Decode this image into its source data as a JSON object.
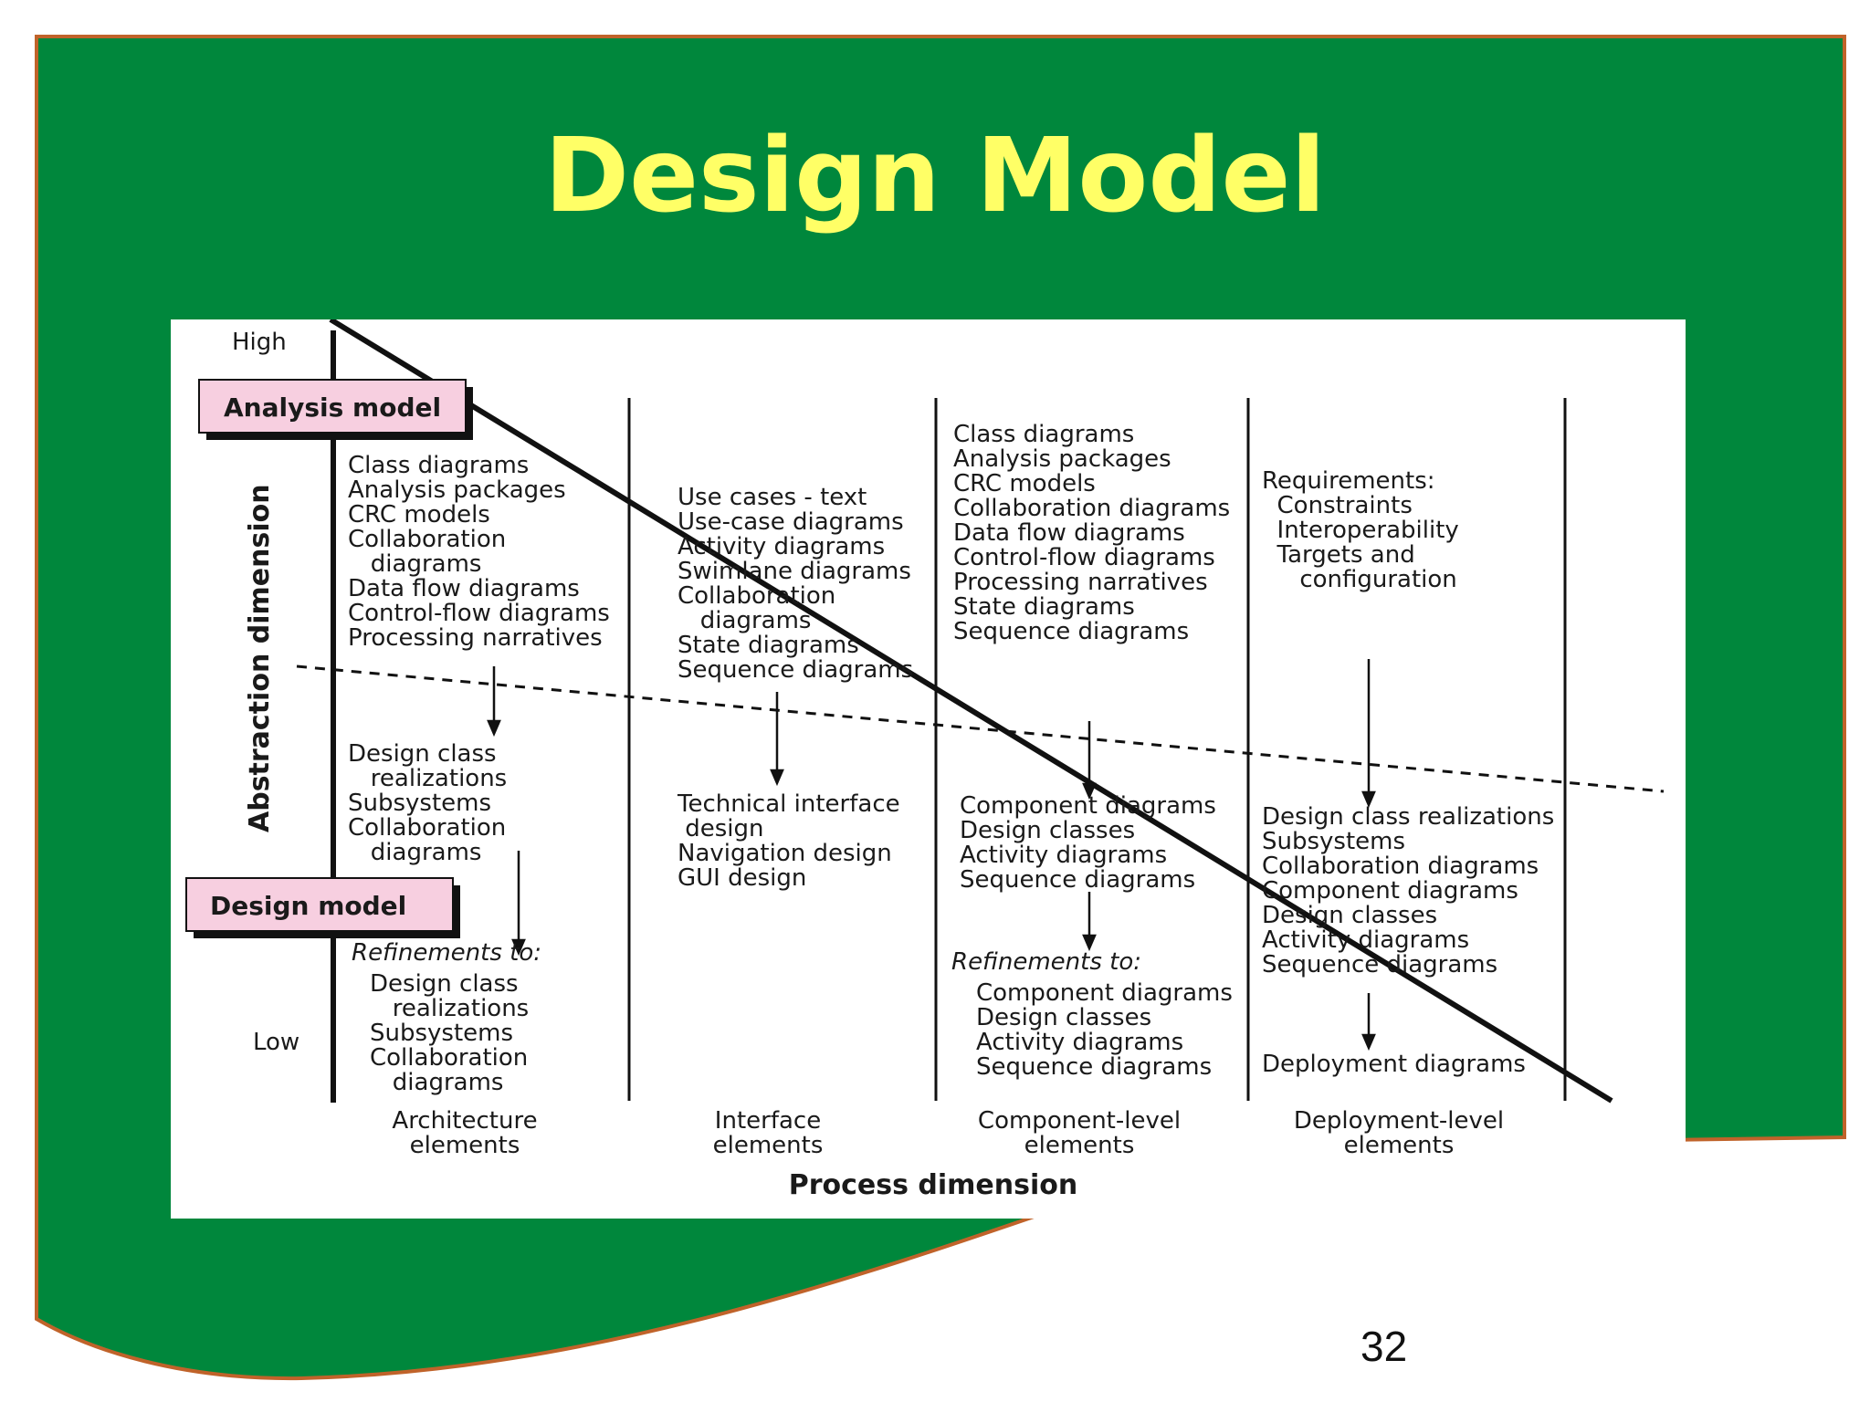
{
  "slide": {
    "title": "Design Model",
    "page_number": "32",
    "colors": {
      "background_green": "#00873c",
      "border_brown": "#c0632a",
      "title_yellow": "#ffff66",
      "model_box_pink": "#f7cfe0"
    }
  },
  "diagram": {
    "axis": {
      "y_title": "Abstraction dimension",
      "y_high": "High",
      "y_low": "Low",
      "x_title": "Process dimension"
    },
    "models": {
      "analysis": "Analysis model",
      "design": "Design model"
    },
    "columns": [
      "Architecture\nelements",
      "Interface\nelements",
      "Component-level\nelements",
      "Deployment-level\nelements"
    ],
    "analysis_cells": [
      [
        "Class diagrams",
        "Analysis packages",
        "CRC models",
        "Collaboration",
        "   diagrams",
        "Data flow diagrams",
        "Control-flow diagrams",
        "Processing narratives"
      ],
      [
        "Use cases - text",
        "Use-case diagrams",
        "Activity diagrams",
        "Swimlane diagrams",
        "Collaboration",
        "   diagrams",
        "State diagrams",
        "Sequence diagrams"
      ],
      [
        "Class diagrams",
        "Analysis packages",
        "CRC models",
        "Collaboration diagrams",
        "Data flow diagrams",
        "Control-flow diagrams",
        "Processing narratives",
        "State diagrams",
        "Sequence diagrams"
      ],
      [
        "Requirements:",
        "  Constraints",
        "  Interoperability",
        "  Targets and",
        "     configuration"
      ]
    ],
    "design_cells": [
      [
        "Design class",
        "   realizations",
        "Subsystems",
        "Collaboration",
        "   diagrams"
      ],
      [
        "Technical interface",
        " design",
        "Navigation design",
        "GUI design"
      ],
      [
        "Component diagrams",
        "Design classes",
        "Activity diagrams",
        "Sequence diagrams"
      ],
      [
        "Design class realizations",
        "Subsystems",
        "Collaboration diagrams",
        "Component diagrams",
        "Design classes",
        "Activity diagrams",
        "Sequence diagrams"
      ]
    ],
    "refinements": {
      "label": "Refinements to:",
      "architecture": [
        "Design class",
        "   realizations",
        "Subsystems",
        "Collaboration",
        "   diagrams"
      ],
      "component": [
        "Component diagrams",
        "Design classes",
        "Activity diagrams",
        "Sequence diagrams"
      ],
      "deployment": "Deployment diagrams"
    }
  }
}
